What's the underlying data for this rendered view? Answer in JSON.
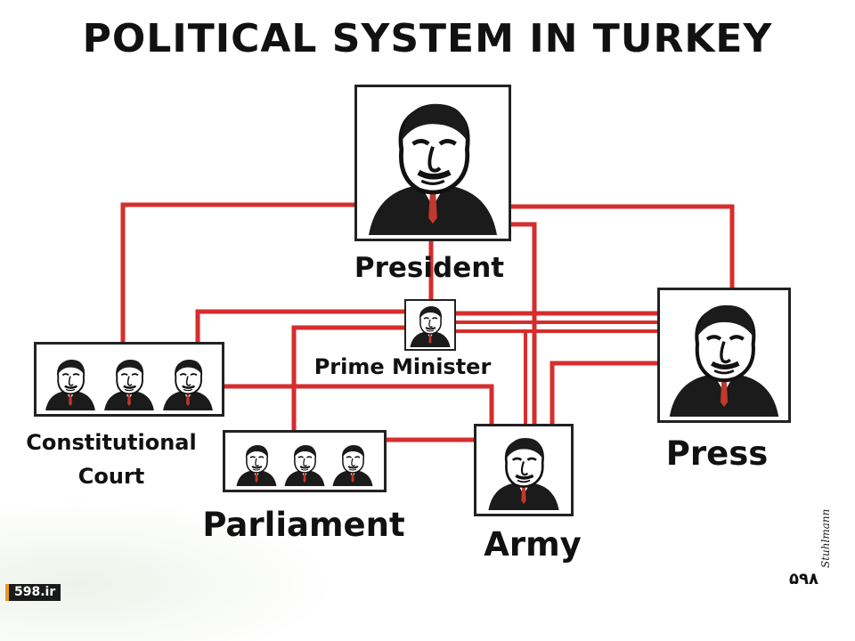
{
  "title": "POLITICAL SYSTEM IN TURKEY",
  "nodes": {
    "president": {
      "label": "President",
      "faces": 1
    },
    "prime_minister": {
      "label": "Prime Minister",
      "faces": 1
    },
    "constitutional_court": {
      "label_line1": "Constitutional",
      "label_line2": "Court",
      "faces": 3
    },
    "parliament": {
      "label": "Parliament",
      "faces": 3
    },
    "army": {
      "label": "Army",
      "faces": 1
    },
    "press": {
      "label": "Press",
      "faces": 1
    }
  },
  "edges": [
    [
      "president",
      "prime_minister"
    ],
    [
      "president",
      "constitutional_court"
    ],
    [
      "president",
      "press"
    ],
    [
      "president",
      "army"
    ],
    [
      "prime_minister",
      "constitutional_court"
    ],
    [
      "prime_minister",
      "parliament"
    ],
    [
      "prime_minister",
      "press"
    ],
    [
      "constitutional_court",
      "army"
    ],
    [
      "parliament",
      "army"
    ],
    [
      "army",
      "press"
    ]
  ],
  "colors": {
    "connector": "#d62d2d",
    "outline": "#222222",
    "tie": "#c0392b"
  },
  "credits": {
    "site": "598.ir",
    "watermark": "۵۹۸",
    "signature": "Stuhlmann"
  }
}
